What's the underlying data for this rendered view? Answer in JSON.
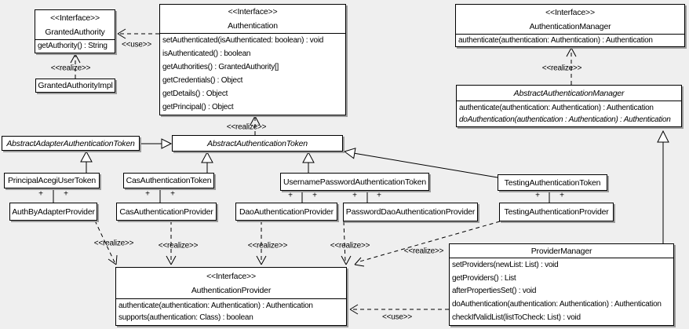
{
  "diagram": {
    "kind": "uml-class-diagram",
    "subject": "Acegi/Spring Security authentication classes"
  },
  "colors": {
    "background": "#efefef",
    "box_fill": "#ffffff",
    "box_border": "#000000",
    "shadow": "#9c9c9c",
    "text": "#000000"
  },
  "classes": {
    "granted_authority": {
      "stereotype": "<<Interface>>",
      "name": "GrantedAuthority",
      "methods": [
        "getAuthority() : String"
      ]
    },
    "granted_authority_impl": {
      "name": "GrantedAuthorityImpl"
    },
    "authentication": {
      "stereotype": "<<Interface>>",
      "name": "Authentication",
      "methods": [
        "setAuthenticated(isAuthenticated: boolean) : void",
        "isAuthenticated() : boolean",
        "getAuthorities() : GrantedAuthority[]",
        "getCredentials() : Object",
        "getDetails() : Object",
        "getPrincipal() : Object"
      ]
    },
    "authentication_manager": {
      "stereotype": "<<Interface>>",
      "name": "AuthenticationManager",
      "methods": [
        "authenticate(authentication: Authentication) : Authentication"
      ]
    },
    "abstract_authentication_manager": {
      "name": "AbstractAuthenticationManager",
      "methods": [
        "authenticate(authentication: Authentication) : Authentication",
        "doAuthentication(authentication : Authentication) : Authentication"
      ]
    },
    "abstract_adapter_authentication_token": {
      "name": "AbstractAdapterAuthenticationToken"
    },
    "abstract_authentication_token": {
      "name": "AbstractAuthenticationToken"
    },
    "principal_acegi_user_token": {
      "name": "PrincipalAcegiUserToken"
    },
    "cas_authentication_token": {
      "name": "CasAuthenticationToken"
    },
    "username_password_authentication_token": {
      "name": "UsernamePasswordAuthenticationToken"
    },
    "testing_authentication_token": {
      "name": "TestingAuthenticationToken"
    },
    "auth_by_adapter_provider": {
      "name": "AuthByAdapterProvider"
    },
    "cas_authentication_provider": {
      "name": "CasAuthenticationProvider"
    },
    "dao_authentication_provider": {
      "name": "DaoAuthenticationProvider"
    },
    "password_dao_authentication_provider": {
      "name": "PasswordDaoAuthenticationProvider"
    },
    "testing_authentication_provider": {
      "name": "TestingAuthenticationProvider"
    },
    "authentication_provider": {
      "stereotype": "<<Interface>>",
      "name": "AuthenticationProvider",
      "methods": [
        "authenticate(authentication: Authentication) : Authentication",
        "supports(authentication: Class) : boolean"
      ]
    },
    "provider_manager": {
      "name": "ProviderManager",
      "methods": [
        "setProviders(newList: List) : void",
        "getProviders() : List",
        "afterPropertiesSet() : void",
        "doAuthentication(authentication: Authentication) : Authentication",
        "checkIfValidList(listToCheck: List) : void"
      ]
    }
  },
  "edge_labels": {
    "use": "<<use>>",
    "realize": "<<realize>>",
    "plus": "+"
  }
}
